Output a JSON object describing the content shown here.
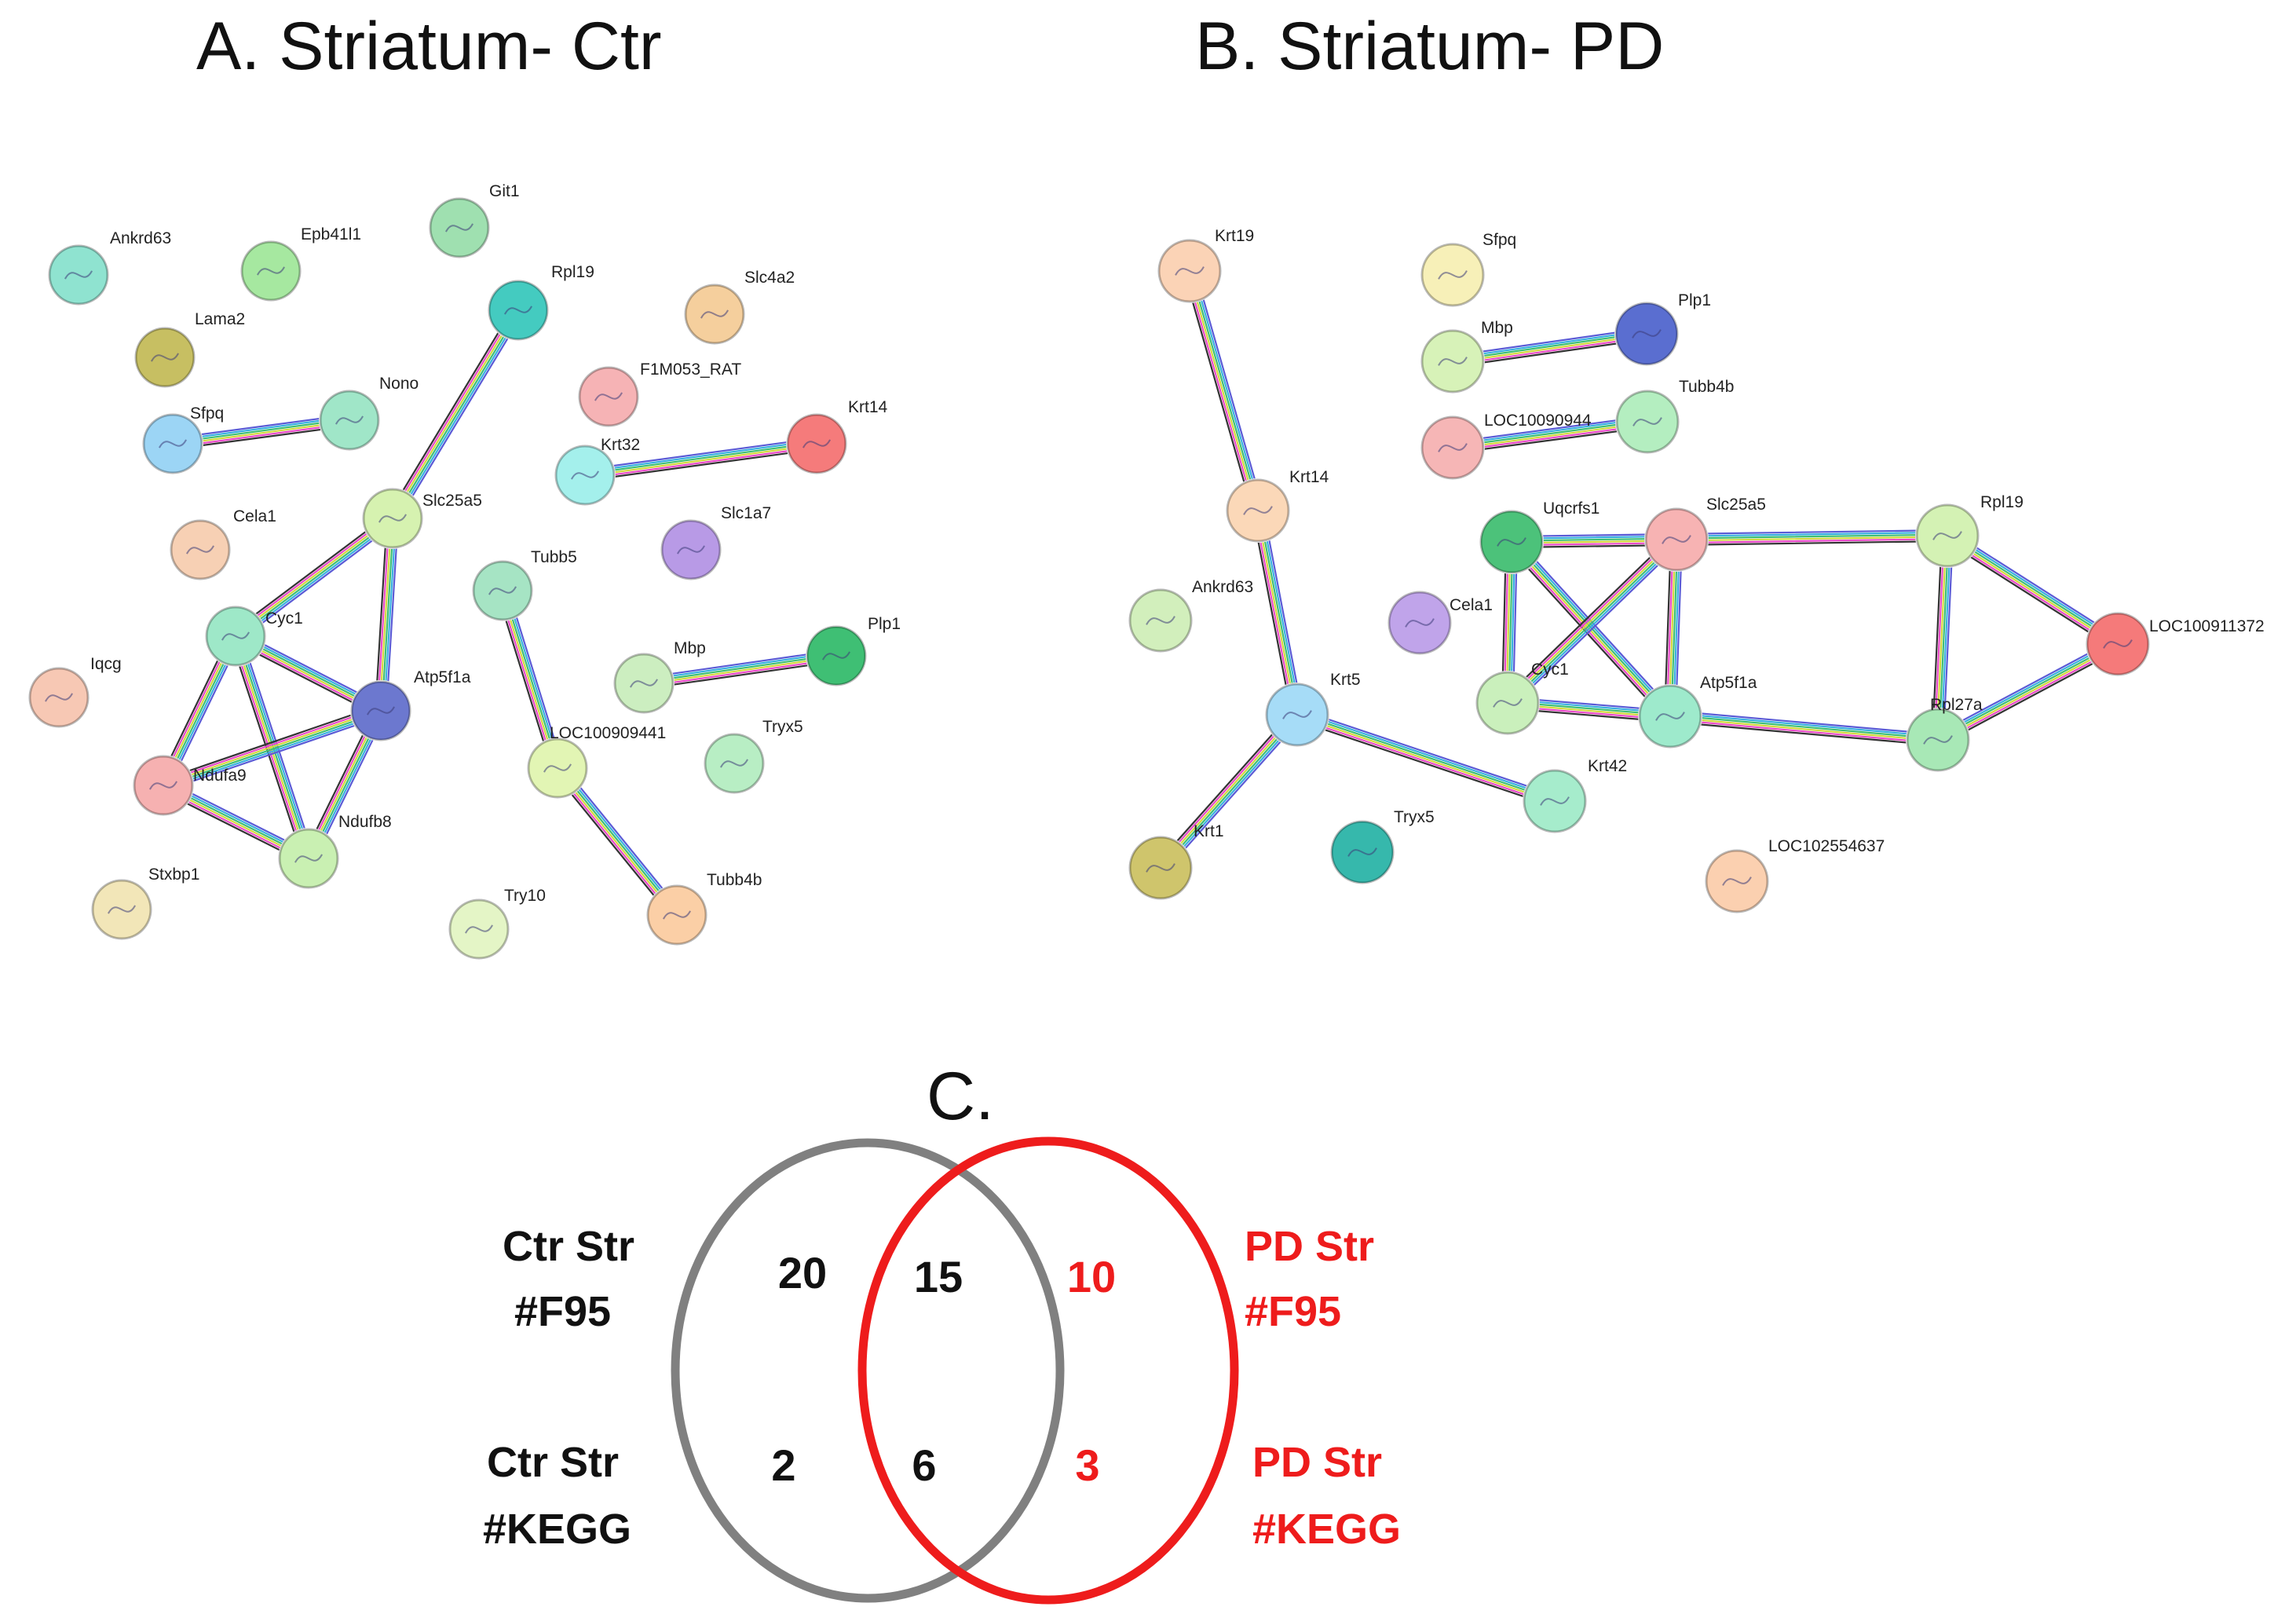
{
  "panels": {
    "a": {
      "title": "A. Striatum- Ctr",
      "nodes": [
        {
          "id": "Ankrd63",
          "label": "Ankrd63",
          "color": "#8fe3d0"
        },
        {
          "id": "Epb41l1",
          "label": "Epb41l1",
          "color": "#a6e8a0"
        },
        {
          "id": "Git1",
          "label": "Git1",
          "color": "#9fe0b0"
        },
        {
          "id": "Lama2",
          "label": "Lama2",
          "color": "#c7bf62"
        },
        {
          "id": "Rpl19",
          "label": "Rpl19",
          "color": "#44cbc0"
        },
        {
          "id": "Slc4a2",
          "label": "Slc4a2",
          "color": "#f5cf9d"
        },
        {
          "id": "F1M053_RAT",
          "label": "F1M053_RAT",
          "color": "#f6b3b5"
        },
        {
          "id": "Sfpq",
          "label": "Sfpq",
          "color": "#9cd5f5"
        },
        {
          "id": "Nono",
          "label": "Nono",
          "color": "#a0e6c8"
        },
        {
          "id": "Krt32",
          "label": "Krt32",
          "color": "#a4f0ec"
        },
        {
          "id": "Krt14",
          "label": "Krt14",
          "color": "#f57b7b"
        },
        {
          "id": "Slc25a5",
          "label": "Slc25a5",
          "color": "#d6f2b0"
        },
        {
          "id": "Cela1",
          "label": "Cela1",
          "color": "#f7d0b4"
        },
        {
          "id": "Slc1a7",
          "label": "Slc1a7",
          "color": "#b89ae6"
        },
        {
          "id": "Cyc1",
          "label": "Cyc1",
          "color": "#9ee8c8"
        },
        {
          "id": "Tubb5",
          "label": "Tubb5",
          "color": "#a6e4c4"
        },
        {
          "id": "Atp5f1a",
          "label": "Atp5f1a",
          "color": "#6c78cf"
        },
        {
          "id": "Iqcg",
          "label": "Iqcg",
          "color": "#f7c8b4"
        },
        {
          "id": "Mbp",
          "label": "Mbp",
          "color": "#cceec0"
        },
        {
          "id": "Plp1",
          "label": "Plp1",
          "color": "#3fbf74"
        },
        {
          "id": "Ndufa9",
          "label": "Ndufa9",
          "color": "#f6b1b1"
        },
        {
          "id": "LOC100909441",
          "label": "LOC100909441",
          "color": "#e2f5b4"
        },
        {
          "id": "Tryx5",
          "label": "Tryx5",
          "color": "#b8eec4"
        },
        {
          "id": "Ndufb8",
          "label": "Ndufb8",
          "color": "#c9f0b2"
        },
        {
          "id": "Stxbp1",
          "label": "Stxbp1",
          "color": "#f2e6b8"
        },
        {
          "id": "Try10",
          "label": "Try10",
          "color": "#e4f5c6"
        },
        {
          "id": "Tubb4b",
          "label": "Tubb4b",
          "color": "#fbcfa6"
        }
      ],
      "edges": [
        [
          "Rpl19",
          "Slc25a5"
        ],
        [
          "Sfpq",
          "Nono"
        ],
        [
          "Krt32",
          "Krt14"
        ],
        [
          "Slc25a5",
          "Cyc1"
        ],
        [
          "Slc25a5",
          "Atp5f1a"
        ],
        [
          "Cyc1",
          "Atp5f1a"
        ],
        [
          "Cyc1",
          "Ndufa9"
        ],
        [
          "Cyc1",
          "Ndufb8"
        ],
        [
          "Atp5f1a",
          "Ndufa9"
        ],
        [
          "Atp5f1a",
          "Ndufb8"
        ],
        [
          "Ndufa9",
          "Ndufb8"
        ],
        [
          "Tubb5",
          "LOC100909441"
        ],
        [
          "LOC100909441",
          "Tubb4b"
        ],
        [
          "Mbp",
          "Plp1"
        ]
      ]
    },
    "b": {
      "title": "B. Striatum- PD",
      "nodes": [
        {
          "id": "Krt19",
          "label": "Krt19",
          "color": "#fbd3b6"
        },
        {
          "id": "Sfpq",
          "label": "Sfpq",
          "color": "#f7f0b8"
        },
        {
          "id": "Plp1",
          "label": "Plp1",
          "color": "#5a6ed0"
        },
        {
          "id": "Mbp",
          "label": "Mbp",
          "color": "#d7f2b8"
        },
        {
          "id": "Tubb4b",
          "label": "Tubb4b",
          "color": "#b4eec0"
        },
        {
          "id": "LOC10090944",
          "label": "LOC10090944",
          "color": "#f6b6b6"
        },
        {
          "id": "Krt14",
          "label": "Krt14",
          "color": "#fbd8b8"
        },
        {
          "id": "Uqcrfs1",
          "label": "Uqcrfs1",
          "color": "#4cc27a"
        },
        {
          "id": "Slc25a5",
          "label": "Slc25a5",
          "color": "#f7b3b3"
        },
        {
          "id": "Rpl19",
          "label": "Rpl19",
          "color": "#d4f2b4"
        },
        {
          "id": "Ankrd63",
          "label": "Ankrd63",
          "color": "#d2efbc"
        },
        {
          "id": "Cela1",
          "label": "Cela1",
          "color": "#c0a4ea"
        },
        {
          "id": "LOC100911372",
          "label": "LOC100911372",
          "color": "#f57a7a"
        },
        {
          "id": "Cyc1",
          "label": "Cyc1",
          "color": "#caf0bc"
        },
        {
          "id": "Atp5f1a",
          "label": "Atp5f1a",
          "color": "#9eeacc"
        },
        {
          "id": "Krt5",
          "label": "Krt5",
          "color": "#a6dcf7"
        },
        {
          "id": "Rpl27a",
          "label": "Rpl27a",
          "color": "#a8e8b6"
        },
        {
          "id": "Krt42",
          "label": "Krt42",
          "color": "#a6eccc"
        },
        {
          "id": "Tryx5",
          "label": "Tryx5",
          "color": "#36b8ac"
        },
        {
          "id": "Krt1",
          "label": "Krt1",
          "color": "#cfc56c"
        },
        {
          "id": "LOC102554637",
          "label": "LOC102554637",
          "color": "#fbd0b0"
        }
      ],
      "edges": [
        [
          "Krt19",
          "Krt14"
        ],
        [
          "Krt14",
          "Krt5"
        ],
        [
          "Krt5",
          "Krt1"
        ],
        [
          "Krt5",
          "Krt42"
        ],
        [
          "Mbp",
          "Plp1"
        ],
        [
          "LOC10090944",
          "Tubb4b"
        ],
        [
          "Uqcrfs1",
          "Slc25a5"
        ],
        [
          "Uqcrfs1",
          "Cyc1"
        ],
        [
          "Uqcrfs1",
          "Atp5f1a"
        ],
        [
          "Slc25a5",
          "Cyc1"
        ],
        [
          "Slc25a5",
          "Atp5f1a"
        ],
        [
          "Slc25a5",
          "Rpl19"
        ],
        [
          "Cyc1",
          "Atp5f1a"
        ],
        [
          "Atp5f1a",
          "Rpl27a"
        ],
        [
          "Rpl19",
          "Rpl27a"
        ],
        [
          "Rpl19",
          "LOC100911372"
        ],
        [
          "Rpl27a",
          "LOC100911372"
        ]
      ]
    },
    "c": {
      "title": "C.",
      "left_set": {
        "line1": "Ctr  Str",
        "line2": "#F95",
        "line3": "Ctr  Str",
        "line4": "#KEGG",
        "color": "#808080"
      },
      "right_set": {
        "line1": "PD Str",
        "line2": "#F95",
        "line3": "PD Str",
        "line4": "#KEGG",
        "color": "#ee1c1c"
      },
      "counts": {
        "f95_left_only": "20",
        "f95_both": "15",
        "f95_right_only": "10",
        "kegg_left_only": "2",
        "kegg_both": "6",
        "kegg_right_only": "3"
      }
    }
  }
}
